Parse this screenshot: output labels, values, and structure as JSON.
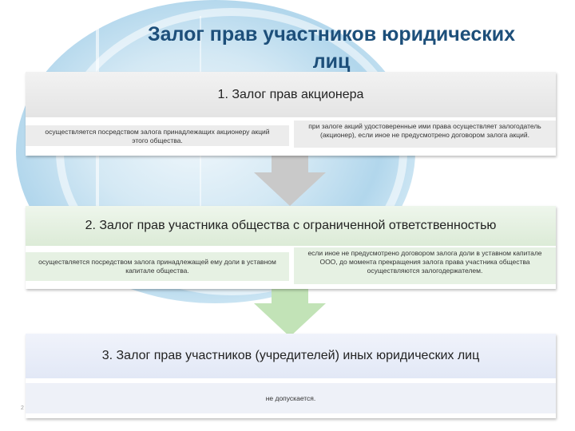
{
  "title": "Залог прав участников юридических лиц",
  "title_line1": "Залог прав участников юридических",
  "title_line2": "лиц",
  "sections": [
    {
      "heading": "1. Залог прав акционера",
      "left": "осуществляется посредством залога принадлежащих акционеру акций этого общества.",
      "right": "при залоге акций удостоверенные ими права осуществляет залогодатель (акционер), если иное не предусмотрено договором залога акций."
    },
    {
      "heading": "2. Залог прав участника общества с ограниченной ответственностью",
      "left": "осуществляется посредством залога принадлежащей ему доли в уставном капитале общества.",
      "right": "если иное не предусмотрено договором залога доли в уставном капитале ООО, до момента прекращения залога права участника общества осуществляются залогодержателем."
    },
    {
      "heading": "3. Залог прав участников (учредителей) иных юридических лиц",
      "center": "не допускается."
    }
  ],
  "slide_number": "2",
  "colors": {
    "title": "#1d4f7a",
    "band1": "#e4e4e4",
    "band2": "#dcebd7",
    "band3": "#e2e8f6",
    "arrow1": "#c8c8c8",
    "arrow2": "#bfe0b5"
  }
}
